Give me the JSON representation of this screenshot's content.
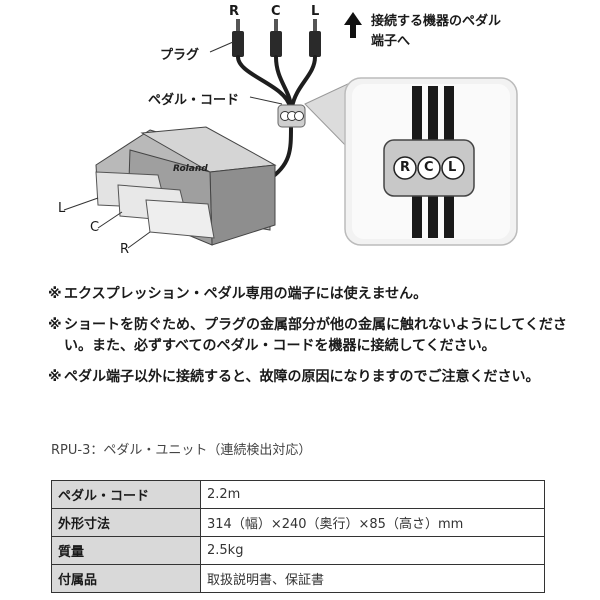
{
  "figure": {
    "plug_labels": [
      "R",
      "C",
      "L"
    ],
    "arrow_label_line1": "接続する機器のペダル",
    "arrow_label_line2": "端子へ",
    "plug_callout": "プラグ",
    "cord_callout": "ペダル・コード",
    "brand": "Roland",
    "clip_letters": [
      "R",
      "C",
      "L"
    ],
    "pedal_labels": [
      "L",
      "C",
      "R"
    ]
  },
  "notes": [
    {
      "mark": "※",
      "text": "エクスプレッション・ペダル専用の端子には使えません。"
    },
    {
      "mark": "※",
      "text": "ショートを防ぐため、プラグの金属部分が他の金属に触れないようにしてください。また、必ずすべてのペダル・コードを機器に接続してください。"
    },
    {
      "mark": "※",
      "text": "ペダル端子以外に接続すると、故障の原因になりますのでご注意ください。"
    }
  ],
  "caption": "RPU-3：ペダル・ユニット（連続検出対応）",
  "spec_rows": [
    {
      "key": "ペダル・コード",
      "value": "2.2m"
    },
    {
      "key": "外形寸法",
      "value": "314（幅）×240（奥行）×85（高さ）mm"
    },
    {
      "key": "質量",
      "value": "2.5kg"
    },
    {
      "key": "付属品",
      "value": "取扱説明書、保証書"
    }
  ]
}
